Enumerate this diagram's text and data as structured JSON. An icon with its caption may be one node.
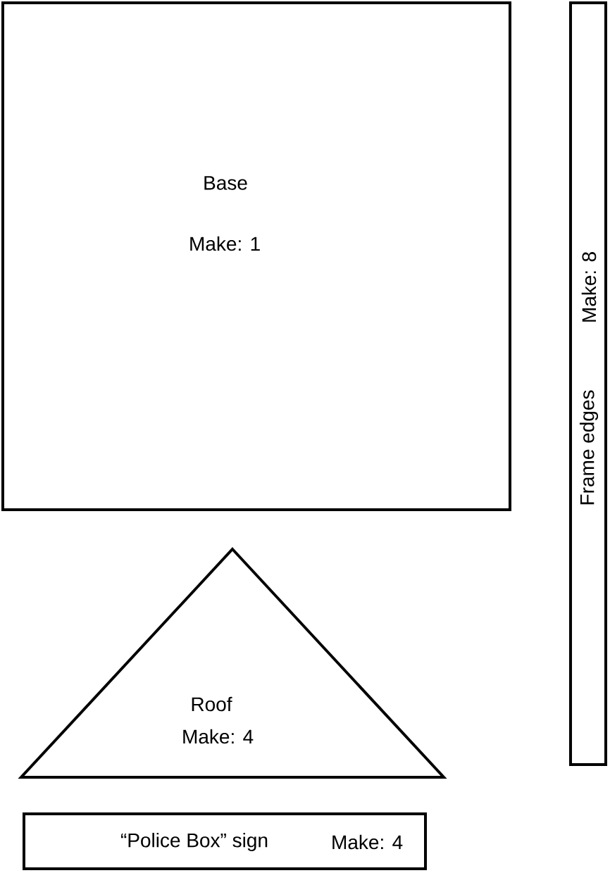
{
  "diagram": {
    "nodes": [
      {
        "text": [
          "Base",
          "Make: 1"
        ]
      },
      {
        "text": [
          "Frame edges",
          "Make: 8"
        ]
      },
      {
        "text": [
          "Roof",
          "Make: 4"
        ]
      },
      {
        "text": [
          "“Police Box” sign",
          "Make: 4"
        ]
      }
    ]
  }
}
